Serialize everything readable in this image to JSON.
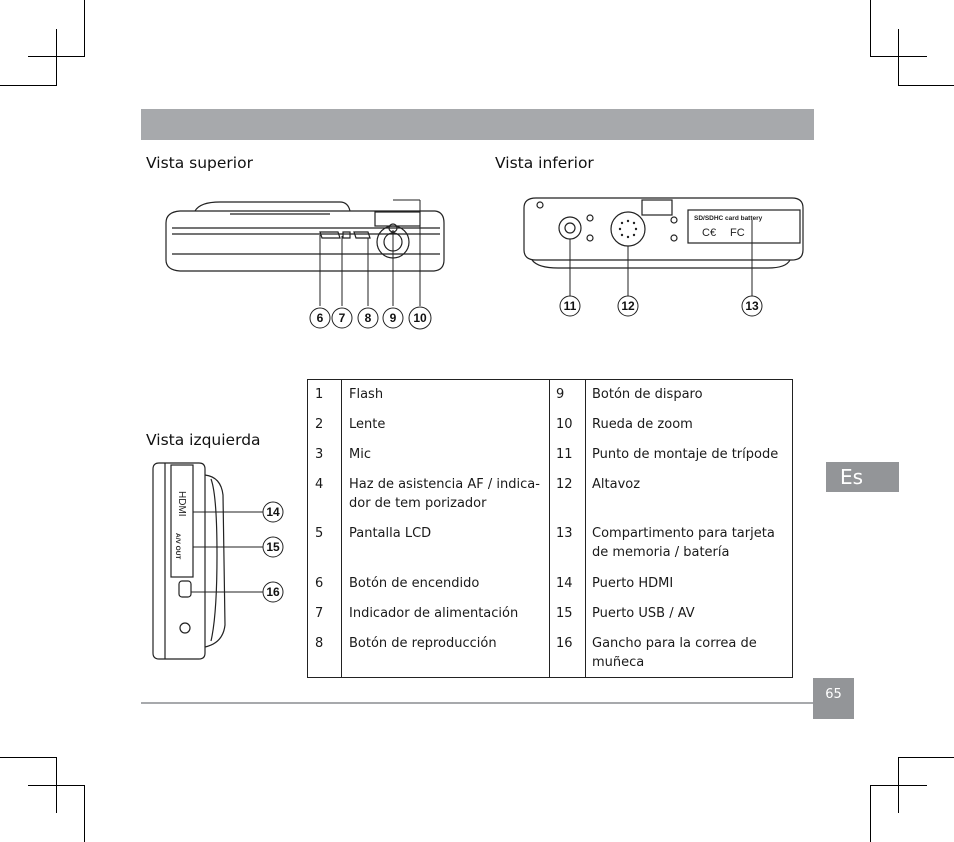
{
  "page": {
    "headings": {
      "top_view": "Vista superior",
      "bottom_view": "Vista inferior",
      "left_view": "Vista izquierda"
    },
    "language_tab": "Es",
    "page_number": "65"
  },
  "diagram_labels": {
    "top_callouts": [
      "6",
      "7",
      "8",
      "9",
      "10"
    ],
    "bottom_callouts": [
      "11",
      "12",
      "13"
    ],
    "left_callouts": [
      "14",
      "15",
      "16"
    ],
    "bottom_card_text": "SD/SDHC card    battery",
    "left_port_hdmi": "HDMI",
    "left_port_av": "A/V OUT"
  },
  "legend": [
    {
      "n1": "1",
      "t1": "Flash",
      "n2": "9",
      "t2": "Botón de disparo"
    },
    {
      "n1": "2",
      "t1": "Lente",
      "n2": "10",
      "t2": "Rueda de zoom"
    },
    {
      "n1": "3",
      "t1": "Mic",
      "n2": "11",
      "t2": "Punto de montaje de trípode"
    },
    {
      "n1": "4",
      "t1": "Haz de asistencia AF / indica-dor de tem porizador",
      "n2": "12",
      "t2": "Altavoz"
    },
    {
      "n1": "5",
      "t1": "Pantalla LCD",
      "n2": "13",
      "t2": "Compartimento para tarjeta de memoria / batería"
    },
    {
      "n1": "6",
      "t1": "Botón de encendido",
      "n2": "14",
      "t2": "Puerto HDMI"
    },
    {
      "n1": "7",
      "t1": "Indicador de alimentación",
      "n2": "15",
      "t2": "Puerto USB / AV"
    },
    {
      "n1": "8",
      "t1": "Botón de reproducción",
      "n2": "16",
      "t2": "Gancho para la correa de muñeca"
    }
  ]
}
